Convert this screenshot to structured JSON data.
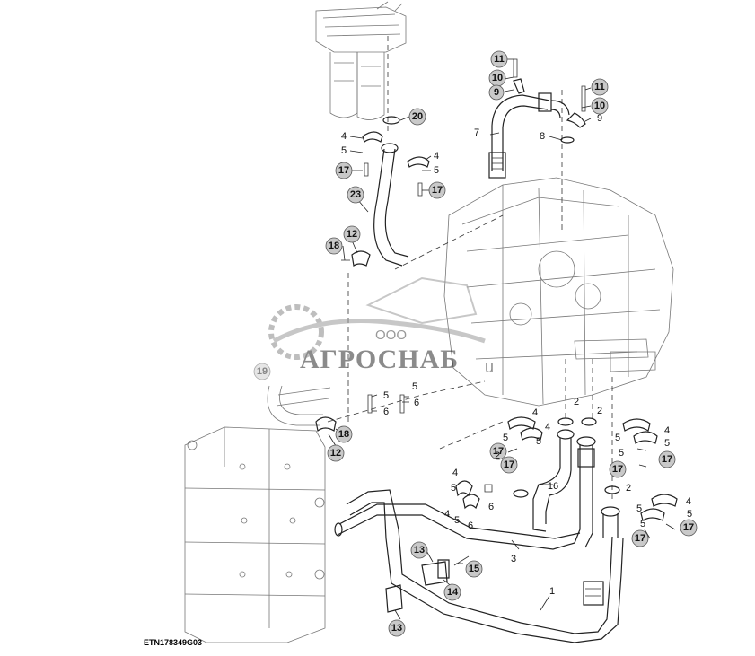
{
  "figure_id": "ETN178349G03",
  "watermark": {
    "company_prefix": "ООО",
    "company_name": "АГРОСНАБ",
    "suffix": "u"
  },
  "callouts": {
    "c1": "1",
    "c2": "2",
    "c3": "3",
    "c4": "4",
    "c5": "5",
    "c6": "6",
    "c7": "7",
    "c8": "8",
    "c9": "9",
    "c10": "10",
    "c11": "11",
    "c12": "12",
    "c13": "13",
    "c14": "14",
    "c15": "15",
    "c16": "16",
    "c17": "17",
    "c18": "18",
    "c19": "19",
    "c20": "20",
    "c23": "23"
  }
}
